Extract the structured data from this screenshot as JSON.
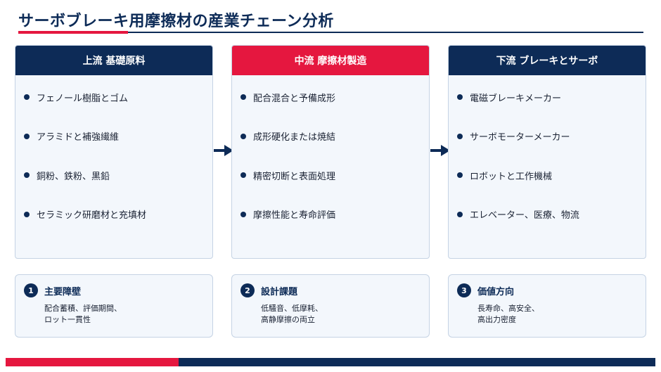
{
  "title": "サーボブレーキ用摩擦材の産業チェーン分析",
  "colors": {
    "navy": "#0d2b57",
    "red": "#e5173f",
    "panel": "#f3f7fc",
    "border": "#c5d3e4"
  },
  "columns": [
    {
      "header": "上流 基礎原料",
      "items": [
        "フェノール樹脂とゴム",
        "アラミドと補強繊維",
        "銅粉、鉄粉、黒鉛",
        "セラミック研磨材と充填材"
      ]
    },
    {
      "header": "中流 摩擦材製造",
      "items": [
        "配合混合と予備成形",
        "成形硬化または焼結",
        "精密切断と表面処理",
        "摩擦性能と寿命評価"
      ]
    },
    {
      "header": "下流 ブレーキとサーボ",
      "items": [
        "電磁ブレーキメーカー",
        "サーボモーターメーカー",
        "ロボットと工作機械",
        "エレベーター、医療、物流"
      ]
    }
  ],
  "cards": [
    {
      "number": "1",
      "title": "主要障壁",
      "lines": [
        "配合蓄積、評価期間、",
        "ロット一貫性"
      ]
    },
    {
      "number": "2",
      "title": "設計課題",
      "lines": [
        "低騒音、低摩耗、",
        "高静摩擦の両立"
      ]
    },
    {
      "number": "3",
      "title": "価値方向",
      "lines": [
        "長寿命、高安全、",
        "高出力密度"
      ]
    }
  ]
}
